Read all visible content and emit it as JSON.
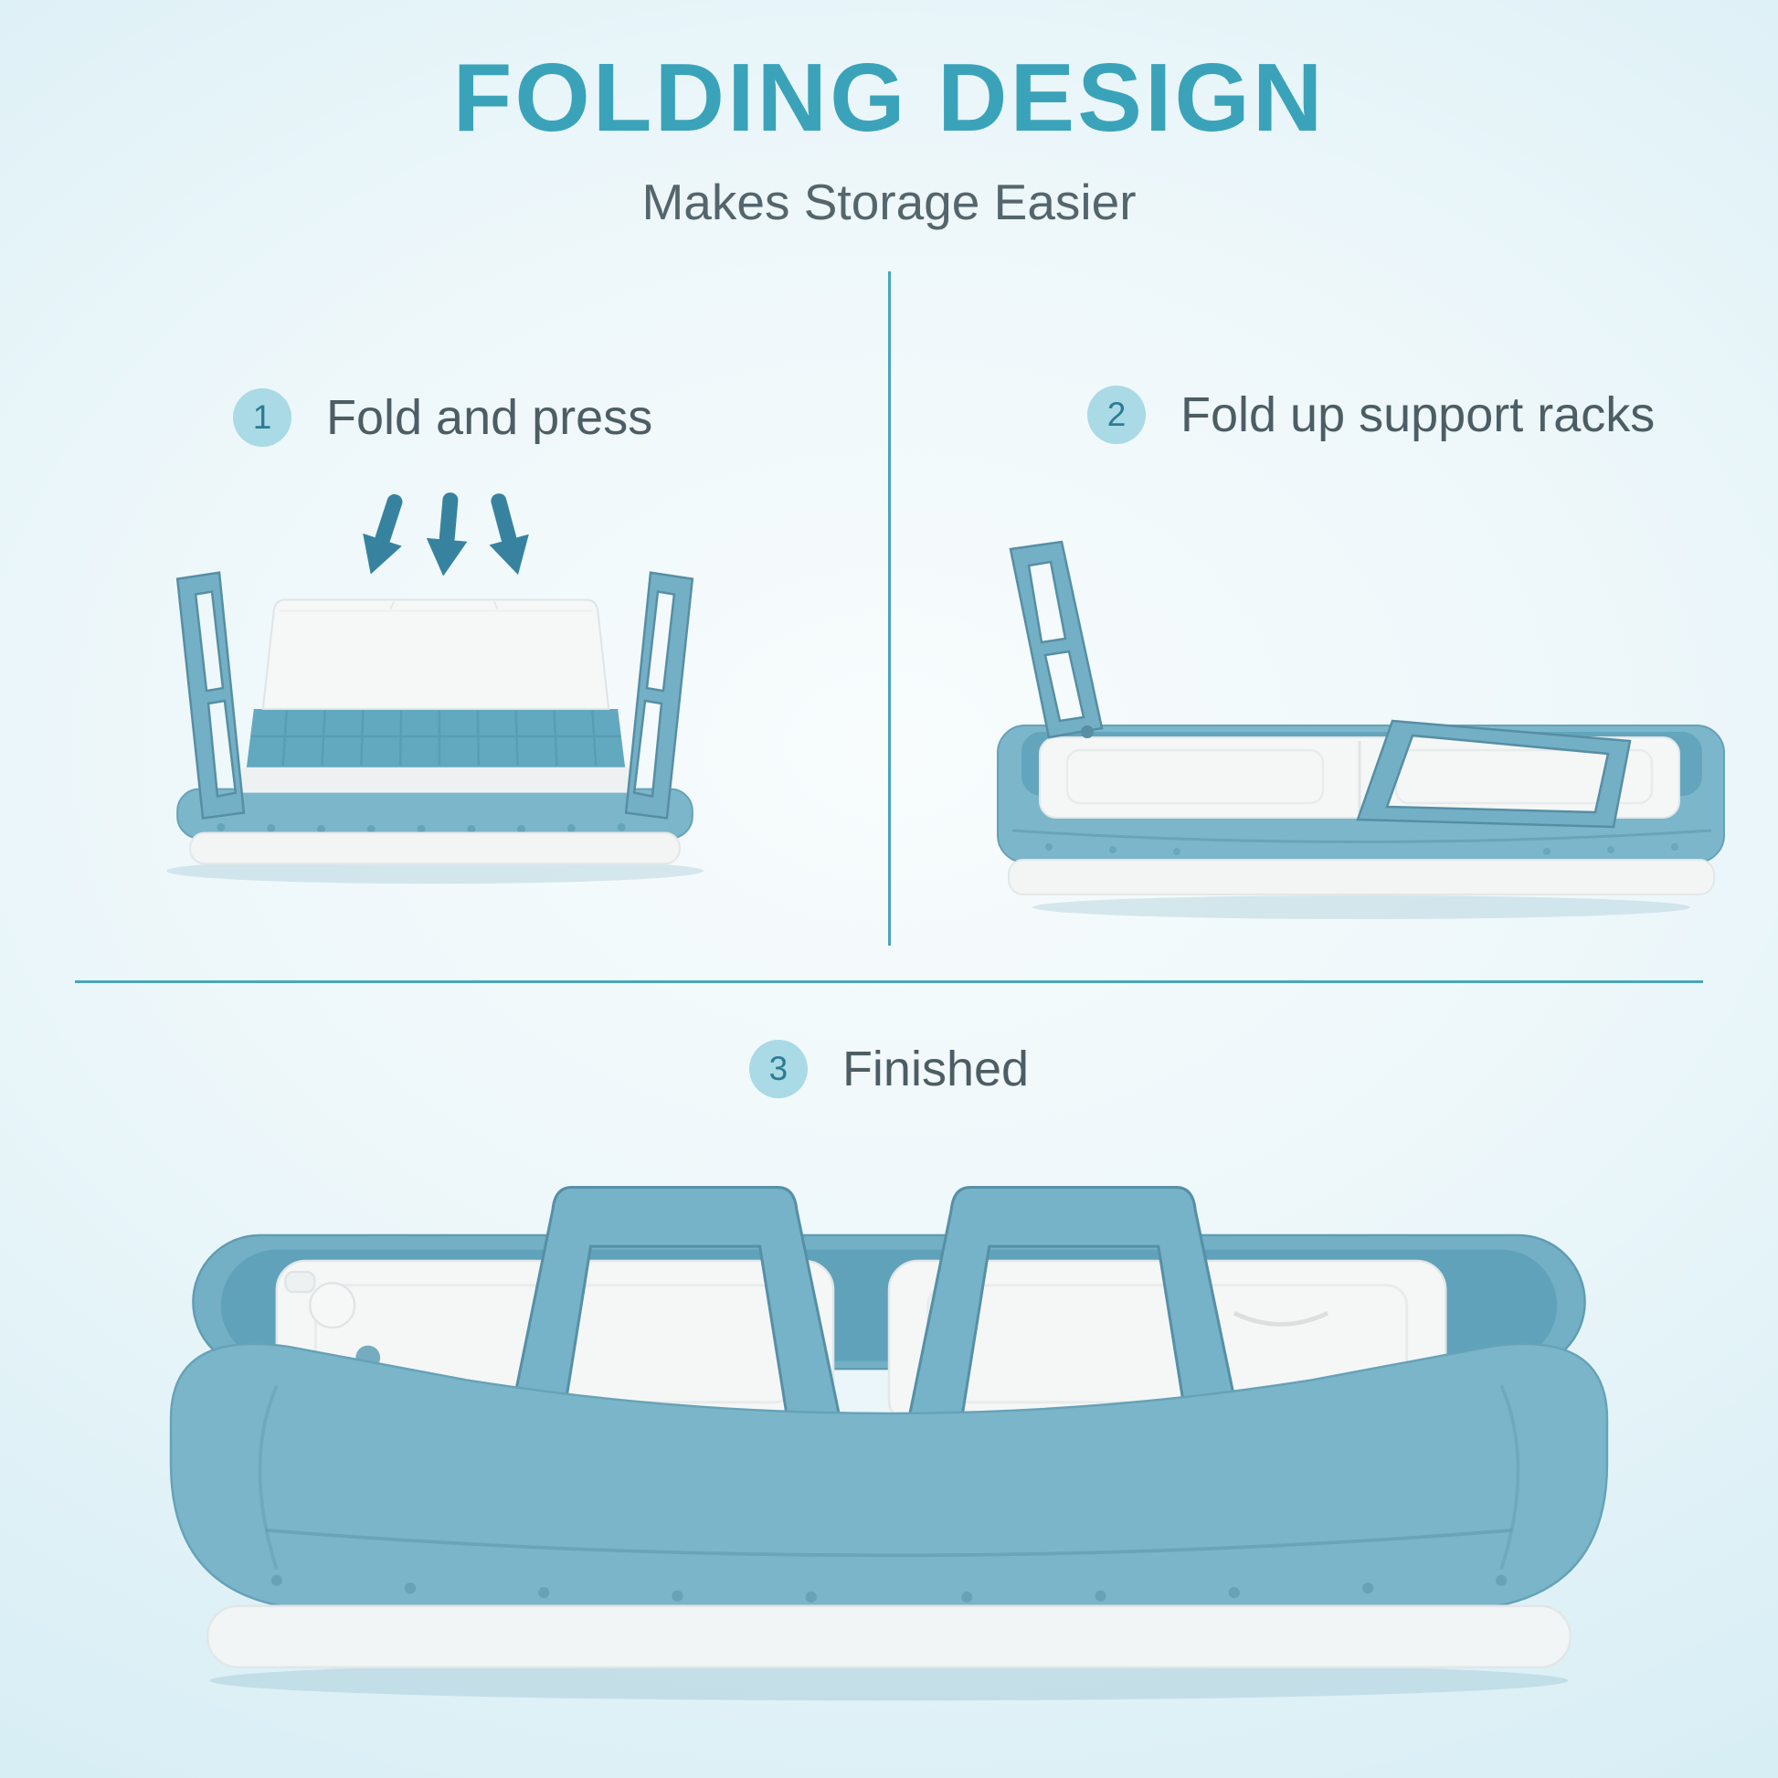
{
  "header": {
    "title": "FOLDING DESIGN",
    "subtitle": "Makes Storage Easier"
  },
  "steps": [
    {
      "number": "1",
      "label": "Fold and press"
    },
    {
      "number": "2",
      "label": "Fold up support racks"
    },
    {
      "number": "3",
      "label": "Finished"
    }
  ],
  "icons": {
    "press_arrows": "three-down-arrows"
  },
  "colors": {
    "title": "#3aa3b9",
    "subtitle": "#55656c",
    "text": "#4d5d64",
    "badge-bg": "#a9dae6",
    "badge-text": "#2d7c92",
    "divider": "#4aa6ba",
    "product-blue": "#7ab5c9",
    "product-blue-dark": "#5f9fb6",
    "product-white": "#f5f7f7",
    "arrow": "#37839f"
  }
}
